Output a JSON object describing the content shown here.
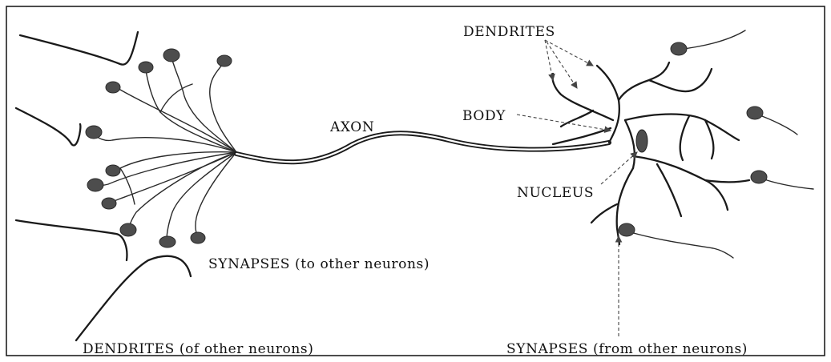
{
  "labels": {
    "dendrites_top": "DENDRITES",
    "axon": "AXON",
    "body": "BODY",
    "nucleus": "NUCLEUS",
    "synapses_to": "SYNAPSES (to other neurons)",
    "dendrites_other": "DENDRITES (of other neurons)",
    "synapses_from": "SYNAPSES (from other neurons)"
  },
  "colors": {
    "line": "#2a2a2a",
    "synapse_fill": "#4d4d4d",
    "background": "#ffffff"
  }
}
